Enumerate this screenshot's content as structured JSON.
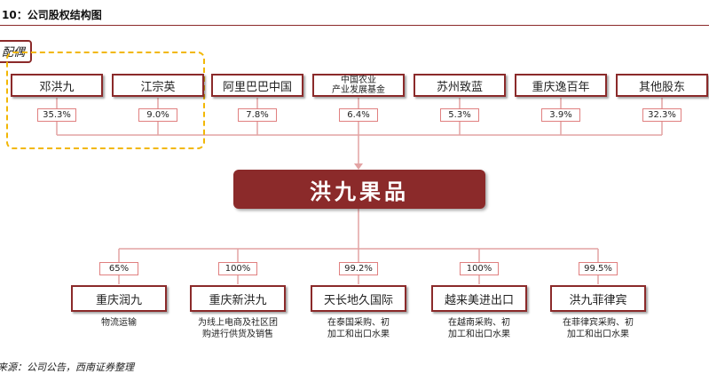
{
  "title": "10：公司股权结构图",
  "spouse_label": "配偶",
  "shareholders": [
    {
      "name": "邓洪九",
      "pct": "35.3%"
    },
    {
      "name": "江宗英",
      "pct": "9.0%"
    },
    {
      "name": "阿里巴巴中国",
      "pct": "7.8%"
    },
    {
      "name": "中国农业\n产业发展基金",
      "pct": "6.4%"
    },
    {
      "name": "苏州致蓝",
      "pct": "5.3%"
    },
    {
      "name": "重庆逸百年",
      "pct": "3.9%"
    },
    {
      "name": "其他股东",
      "pct": "32.3%"
    }
  ],
  "company": "洪九果品",
  "subsidiaries": [
    {
      "pct": "65%",
      "name": "重庆润九",
      "desc": "物流运输"
    },
    {
      "pct": "100%",
      "name": "重庆新洪九",
      "desc": "为线上电商及社区团\n购进行供货及销售"
    },
    {
      "pct": "99.2%",
      "name": "天长地久国际",
      "desc": "在泰国采购、初\n加工和出口水果"
    },
    {
      "pct": "100%",
      "name": "越来美进出口",
      "desc": "在越南采购、初\n加工和出口水果"
    },
    {
      "pct": "99.5%",
      "name": "洪九菲律宾",
      "desc": "在菲律宾采购、初\n加工和出口水果"
    }
  ],
  "source": "料来源：公司公告，西南证券整理",
  "colors": {
    "primary": "#8b2a2a",
    "dashed_border": "#f2b705",
    "pct_border": "#e08080"
  }
}
